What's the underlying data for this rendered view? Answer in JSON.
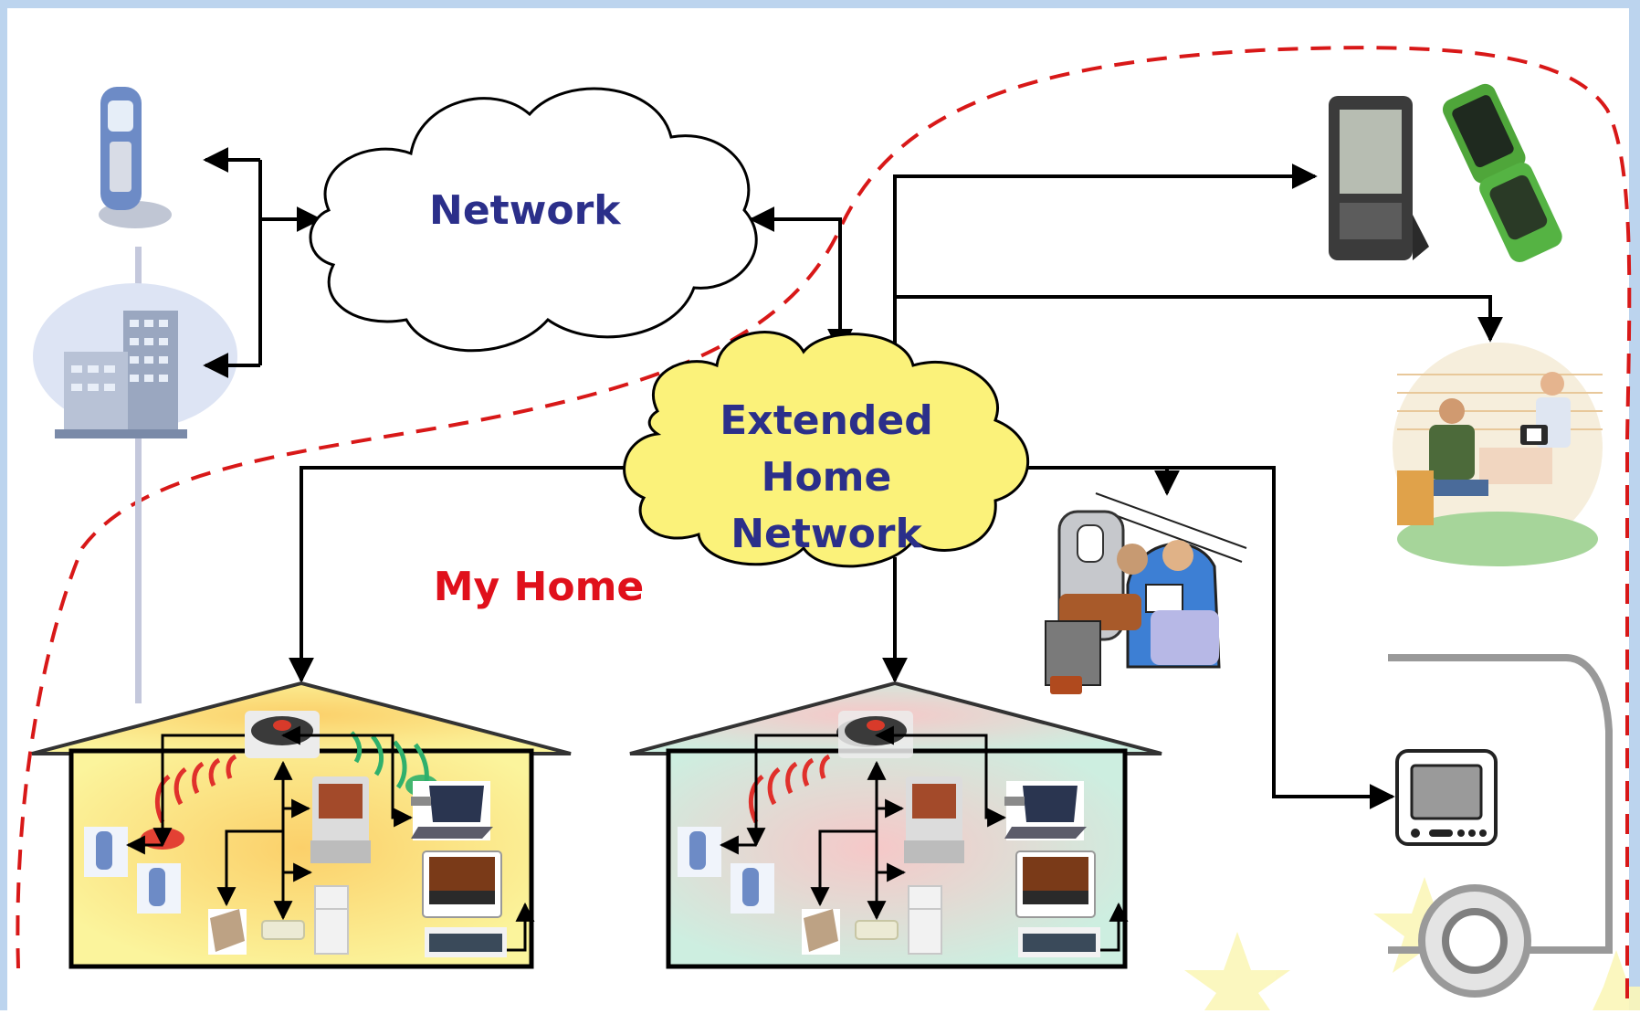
{
  "diagram": {
    "network_label": "Network",
    "extended_home_network_label": [
      "Extended",
      "Home",
      "Network"
    ],
    "my_home_label": "My Home"
  },
  "colors": {
    "frame": "#bcd4ee",
    "network_text": "#2b2f8a",
    "my_home_text": "#e0101b",
    "boundary_dash": "#d81818",
    "extended_cloud_fill": "#fbf27a",
    "house_left_fill": "#fbf09a",
    "house_right_fill": "#cdeee0",
    "arrow": "#000000"
  },
  "icons": {
    "top_left": [
      "cordless-phone-icon",
      "office-building-icon"
    ],
    "top_right": [
      "pda-icon",
      "mobile-phone-icon"
    ],
    "right": [
      "cafe-people-icon",
      "airplane-passengers-icon",
      "car-display-icon"
    ],
    "in_house": [
      "router-icon",
      "handset-icon",
      "desktop-pc-icon",
      "laptop-icon",
      "tv-icon",
      "fridge-icon",
      "air-conditioner-icon",
      "washer-icon",
      "dvd-player-icon"
    ]
  }
}
